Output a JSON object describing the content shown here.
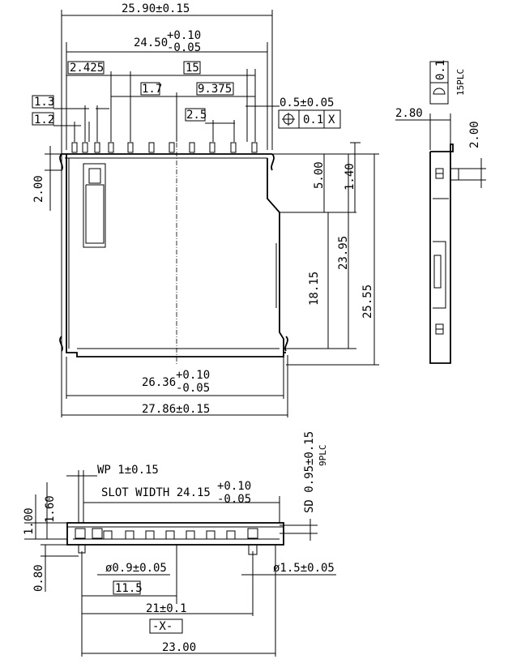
{
  "top_view": {
    "overall_width": "25.90±0.15",
    "inner_width_main": "24.50",
    "inner_width_plus": "+0.10",
    "inner_width_minus": "-0.05",
    "pitch_first": "2.425",
    "pin_span": "15",
    "pin_pitch": "1.7",
    "last_offset": "9.375",
    "dim_1_3": "1.3",
    "dim_1_2": "1.2",
    "pin_small_pitch": "2.5",
    "pin_width_tol": "0.5±0.05",
    "fcf_symbol": "⌖",
    "fcf_tol": "0.1",
    "fcf_datum": "X",
    "left_height": "2.00",
    "h_5_00": "5.00",
    "h_1_40": "1.40",
    "h_23_95": "23.95",
    "h_18_15": "18.15",
    "h_25_55": "25.55",
    "bottom_inner_main": "26.36",
    "bottom_inner_plus": "+0.10",
    "bottom_inner_minus": "-0.05",
    "bottom_overall": "27.86±0.15"
  },
  "side_view": {
    "thickness": "2.80",
    "height": "2.00",
    "flatness_tol": "0.1",
    "flatness_note": "15PLC"
  },
  "front_view": {
    "wp_label": "WP 1±0.15",
    "slot_label": "SLOT WIDTH 24.15",
    "slot_plus": "+0.10",
    "slot_minus": "-0.05",
    "sd_label": "SD 0.95±0.15",
    "sd_note": "9PLC",
    "h_1_60": "1.60",
    "h_1_00": "1.00",
    "h_0_80": "0.80",
    "hole_small": "ø0.9±0.05",
    "hole_large": "ø1.5±0.05",
    "dim_11_5": "11.5",
    "dim_21": "21±0.1",
    "datum": "-X-",
    "overall": "23.00"
  }
}
